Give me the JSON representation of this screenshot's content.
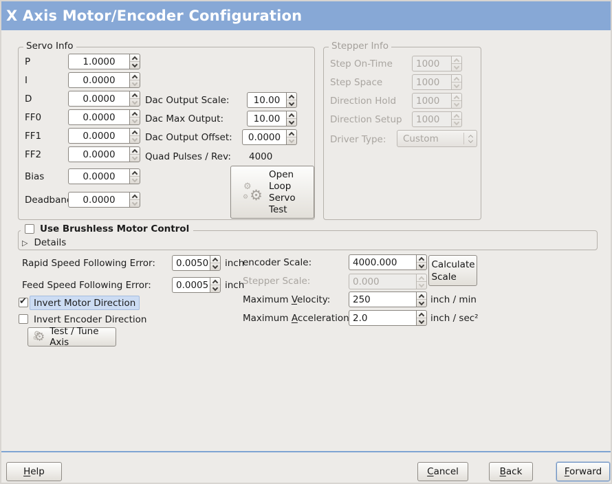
{
  "window": {
    "title": "X Axis Motor/Encoder Configuration"
  },
  "colors": {
    "titlebar": "#87a8d6",
    "background": "#edebe8",
    "separator": "#7ea3d2",
    "focus_highlight": "#ccdcf3"
  },
  "servo_info": {
    "title": "Servo Info",
    "pid_rows": [
      {
        "label": "P",
        "value": "1.0000",
        "down_dim": false
      },
      {
        "label": "I",
        "value": "0.0000",
        "down_dim": true
      },
      {
        "label": "D",
        "value": "0.0000",
        "down_dim": true
      },
      {
        "label": "FF0",
        "value": "0.0000",
        "down_dim": true
      },
      {
        "label": "FF1",
        "value": "0.0000",
        "down_dim": true
      },
      {
        "label": "FF2",
        "value": "0.0000",
        "down_dim": true
      },
      {
        "label": "Bias",
        "value": "0.0000",
        "down_dim": true
      },
      {
        "label": "Deadband",
        "value": "0.0000",
        "down_dim": true
      }
    ],
    "dac_rows": [
      {
        "label": "Dac Output Scale:",
        "value": "10.00",
        "down_dim": false
      },
      {
        "label": "Dac Max Output:",
        "value": "10.00",
        "down_dim": false
      },
      {
        "label": "Dac Output Offset:",
        "value": "0.0000",
        "down_dim": true
      }
    ],
    "quad_pulses_label": "Quad Pulses / Rev:",
    "quad_pulses_value": "4000",
    "open_loop_button_label": "Open Loop Servo Test"
  },
  "stepper_info": {
    "title": "Stepper Info",
    "rows": [
      {
        "label": "Step On-Time",
        "value": "1000"
      },
      {
        "label": "Step Space",
        "value": "1000"
      },
      {
        "label": "Direction Hold",
        "value": "1000"
      },
      {
        "label": "Direction Setup",
        "value": "1000"
      }
    ],
    "driver_type_label": "Driver Type:",
    "driver_type_value": "Custom"
  },
  "brushless": {
    "label": "Use Brushless Motor Control",
    "checked": false,
    "details_label": "Details",
    "expander_glyph": "▷"
  },
  "following_error": {
    "rapid_label": "Rapid Speed Following Error:",
    "rapid_value": "0.0050",
    "rapid_unit": "inch",
    "feed_label": "Feed Speed Following Error:",
    "feed_value": "0.0005",
    "feed_unit": "inch"
  },
  "scaling": {
    "encoder_label": "encoder Scale:",
    "encoder_value": "4000.000",
    "calculate_button_label": "Calculate Scale",
    "stepper_label": "Stepper Scale:",
    "stepper_value": "0.000",
    "max_velocity_label": {
      "pre": "Maximum ",
      "mn": "V",
      "post": "elocity:"
    },
    "max_velocity_value": "250",
    "max_velocity_unit": "inch / min",
    "max_accel_label": {
      "pre": "Maximum ",
      "mn": "A",
      "post": "cceleration:"
    },
    "max_accel_value": "2.0",
    "max_accel_unit": "inch / sec²"
  },
  "direction": {
    "invert_motor_label": "Invert Motor Direction",
    "invert_motor_checked": true,
    "invert_encoder_label": "Invert Encoder Direction",
    "invert_encoder_checked": false,
    "test_tune_button_label": "Test / Tune Axis"
  },
  "icons": {
    "gear_glyph": "⚙"
  },
  "footer": {
    "help": {
      "mn": "H",
      "post": "elp"
    },
    "cancel": {
      "mn": "C",
      "post": "ancel"
    },
    "back": {
      "mn": "B",
      "post": "ack"
    },
    "forward": {
      "mn": "F",
      "post": "orward"
    }
  }
}
